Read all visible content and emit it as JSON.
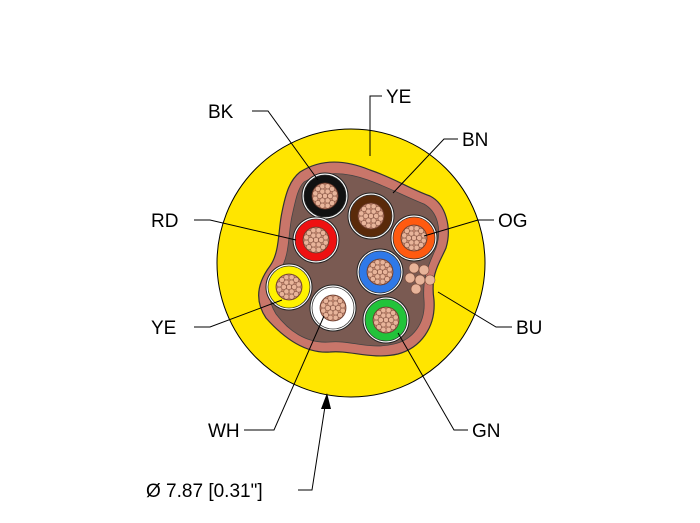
{
  "diagram": {
    "outer_jacket_color": "#FFE500",
    "shield_color": "#C9766A",
    "filler_color": "#7A5A52",
    "copper_color": "#E8B49A",
    "conductors": {
      "bk": {
        "label": "BK",
        "color": "#111111"
      },
      "bn": {
        "label": "BN",
        "color": "#5A2A0A"
      },
      "og": {
        "label": "OG",
        "color": "#FF5A10"
      },
      "rd": {
        "label": "RD",
        "color": "#EE1111"
      },
      "bu": {
        "label": "BU",
        "color": "#2F79E8"
      },
      "ye": {
        "label": "YE",
        "color": "#FFF200"
      },
      "wh": {
        "label": "WH",
        "color": "#FFFFFF"
      },
      "gn": {
        "label": "GN",
        "color": "#22C33A"
      }
    },
    "jacket_label": "YE",
    "diameter_label": "Ø 7.87 [0.31\"]"
  }
}
